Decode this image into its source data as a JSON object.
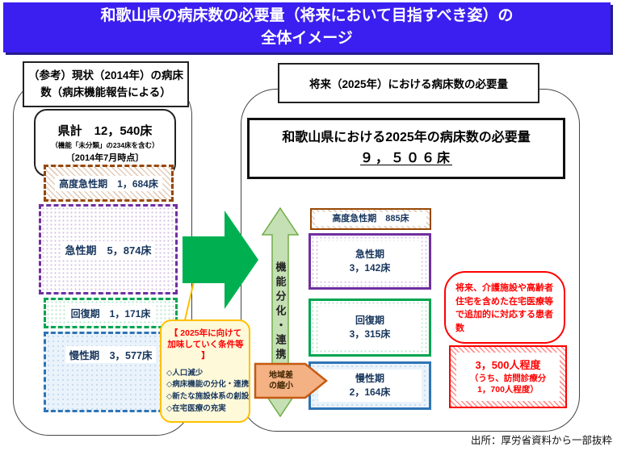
{
  "title": {
    "line1": "和歌山県の病床数の必要量（将来において目指すべき姿）の",
    "line2": "全体イメージ"
  },
  "current": {
    "header": "（参考）現状（2014年）の病床数（病床機能報告による）",
    "total_label": "県計　12，540床",
    "total_note": "（機能「未分類」の234床を含む）",
    "total_date": "〔2014年7月時点〕",
    "categories": [
      {
        "label": "高度急性期　1，684床"
      },
      {
        "label": "急性期　5，874床"
      },
      {
        "label": "回復期　1，171床"
      },
      {
        "label": "慢性期　3，577床"
      }
    ]
  },
  "middle": {
    "transition_arrow": "機能分化・連携",
    "region_arrow": {
      "line1": "地域差",
      "line2": "の縮小"
    },
    "callout": {
      "title_line1": "【 2025年に向けて",
      "title_line2": "加味していく条件等 】",
      "items": [
        "◇人口減少",
        "◇病床機能の分化・連携",
        "◇新たな施設体系の創設",
        "◇在宅医療の充実"
      ]
    }
  },
  "future": {
    "header": "将来（2025年）における病床数の必要量",
    "need_line1": "和歌山県における2025年の病床数の必要量",
    "need_line2": "９，５０６床",
    "categories": [
      {
        "name": "高度急性期　885床",
        "beds": ""
      },
      {
        "name": "急性期",
        "beds": "3，142床"
      },
      {
        "name": "回復期",
        "beds": "3，315床"
      },
      {
        "name": "慢性期",
        "beds": "2，164床"
      }
    ],
    "home_care_note": "将来、介護施設や高齢者住宅を含めた在宅医療等で追加的に対応する患者数",
    "home_care_count1": "3，500人程度",
    "home_care_count2": "（うち、訪問診療分",
    "home_care_count3": "1，700人程度）"
  },
  "footer": {
    "source": "出所：厚労省資料から一部抜粋"
  },
  "colors": {
    "title_bg": "#3B1FF0",
    "highly_acute_brown": "#974806",
    "acute_purple": "#7030A0",
    "recovery_green": "#00A550",
    "chronic_blue": "#2E74B5",
    "big_arrow_green": "#00B050",
    "v_arrow_fill": "#C5E0B4",
    "v_arrow_border": "#70AD47",
    "pentagon_fill": "#F4B183",
    "pentagon_border": "#C55A11",
    "callout_bg": "#FEF9D9",
    "callout_border": "#FFC000",
    "red": "#FF0000",
    "navy_text": "#17365D"
  }
}
